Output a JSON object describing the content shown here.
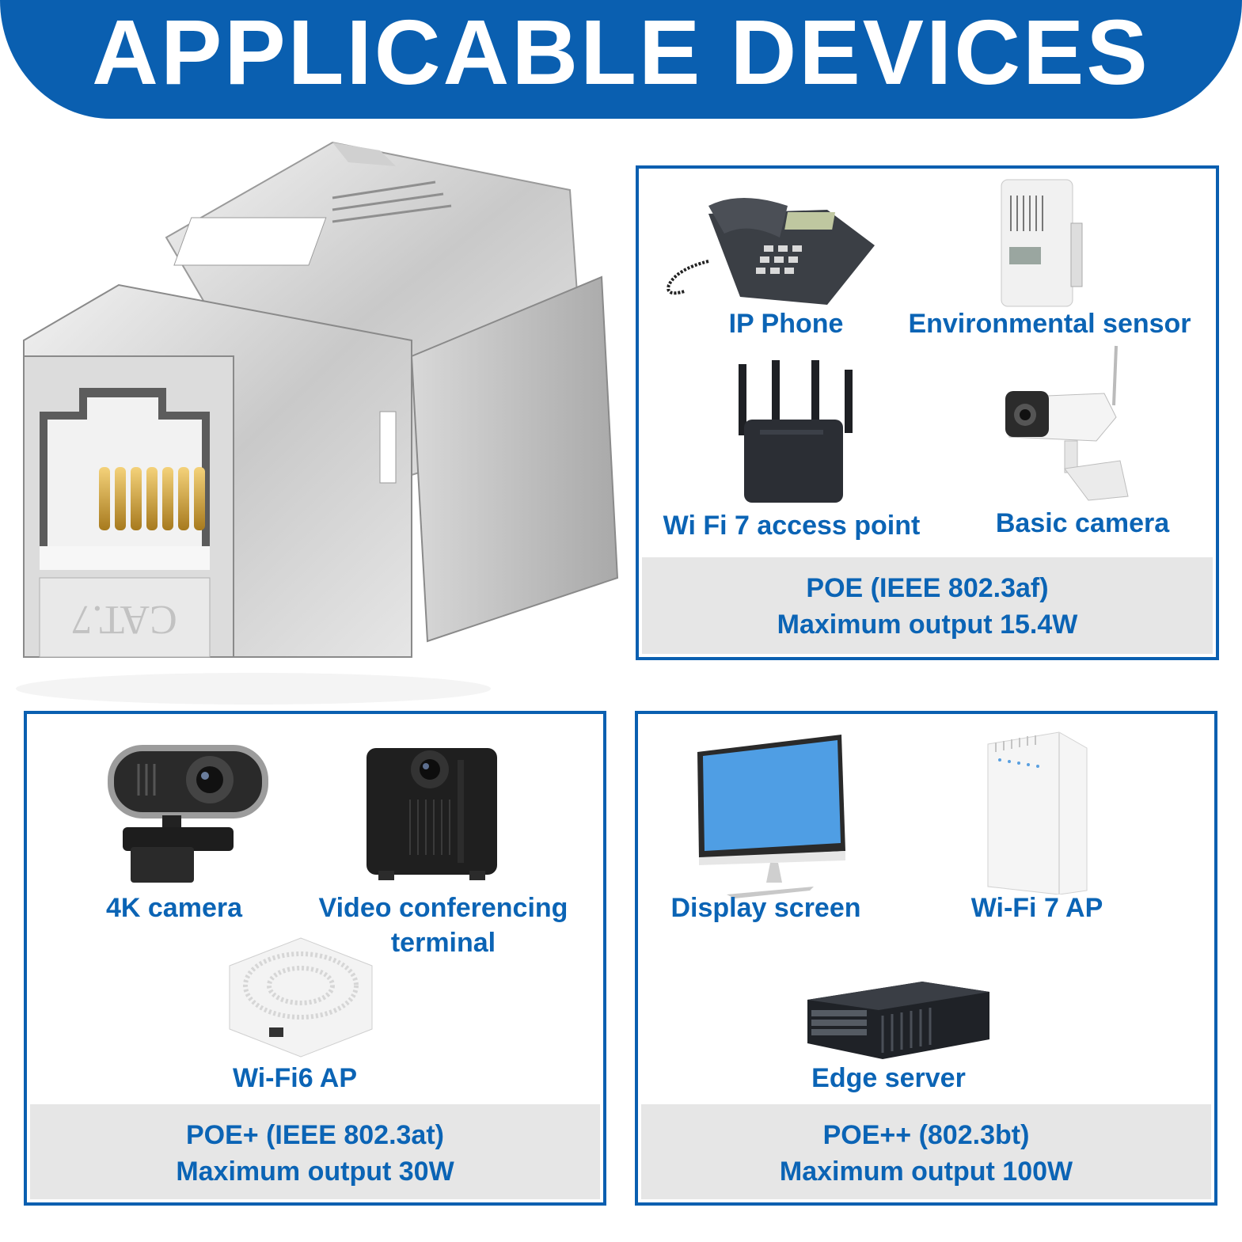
{
  "banner": {
    "title": "APPLICABLE DEVICES"
  },
  "jack": {
    "marking": "CAT.7"
  },
  "poe": {
    "footer_line1": "POE (IEEE 802.3af)",
    "footer_line2": "Maximum output 15.4W",
    "devices": {
      "ip_phone": "IP Phone",
      "env_sensor": "Environmental sensor",
      "wifi7_ap": "Wi Fi 7 access point",
      "basic_camera": "Basic camera"
    }
  },
  "poe_plus": {
    "footer_line1": "POE+ (IEEE 802.3at)",
    "footer_line2": "Maximum output 30W",
    "devices": {
      "camera_4k": "4K camera",
      "video_conf_line1": "Video conferencing",
      "video_conf_line2": "terminal",
      "wifi6_ap": "Wi-Fi6 AP"
    }
  },
  "poe_plus_plus": {
    "footer_line1": "POE++ (802.3bt)",
    "footer_line2": "Maximum output 100W",
    "devices": {
      "display": "Display screen",
      "wifi7_ap": "Wi-Fi 7 AP",
      "edge_server": "Edge server"
    }
  },
  "colors": {
    "brand_blue": "#0a5fb0",
    "text_blue": "#0b64b5",
    "footer_gray": "#e6e6e6"
  }
}
